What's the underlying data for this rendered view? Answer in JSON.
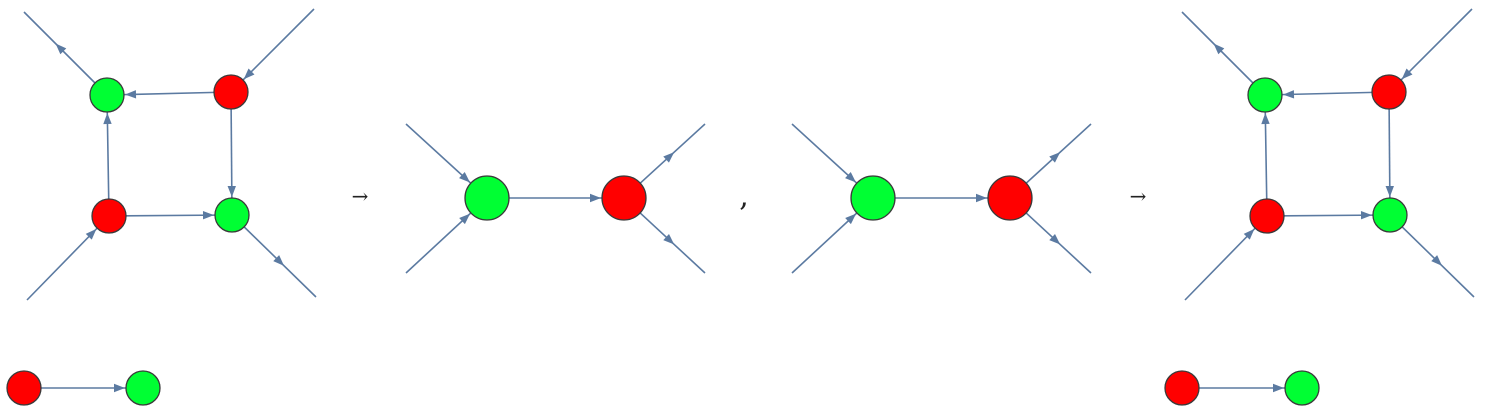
{
  "colors": {
    "green": "#00ff33",
    "red": "#ff0000",
    "edge": "#5b7aa1",
    "outline": "#3a3a3a",
    "text": "#222222"
  },
  "separators": {
    "arrow_left": "→",
    "comma": ",",
    "arrow_right": "→"
  },
  "graphs": [
    {
      "name": "left-square",
      "nodes": [
        {
          "id": "tl",
          "color": "green"
        },
        {
          "id": "tr",
          "color": "red"
        },
        {
          "id": "bl",
          "color": "red"
        },
        {
          "id": "br",
          "color": "green"
        }
      ]
    },
    {
      "name": "middle-1",
      "nodes": [
        {
          "id": "a",
          "color": "green"
        },
        {
          "id": "b",
          "color": "red"
        }
      ]
    },
    {
      "name": "middle-2",
      "nodes": [
        {
          "id": "a",
          "color": "green"
        },
        {
          "id": "b",
          "color": "red"
        }
      ]
    },
    {
      "name": "right-square",
      "nodes": [
        {
          "id": "tl",
          "color": "green"
        },
        {
          "id": "tr",
          "color": "red"
        },
        {
          "id": "bl",
          "color": "red"
        },
        {
          "id": "br",
          "color": "green"
        }
      ]
    },
    {
      "name": "bottom-left-pair",
      "nodes": [
        {
          "id": "a",
          "color": "red"
        },
        {
          "id": "b",
          "color": "green"
        }
      ]
    },
    {
      "name": "bottom-right-pair",
      "nodes": [
        {
          "id": "a",
          "color": "red"
        },
        {
          "id": "b",
          "color": "green"
        }
      ]
    }
  ]
}
